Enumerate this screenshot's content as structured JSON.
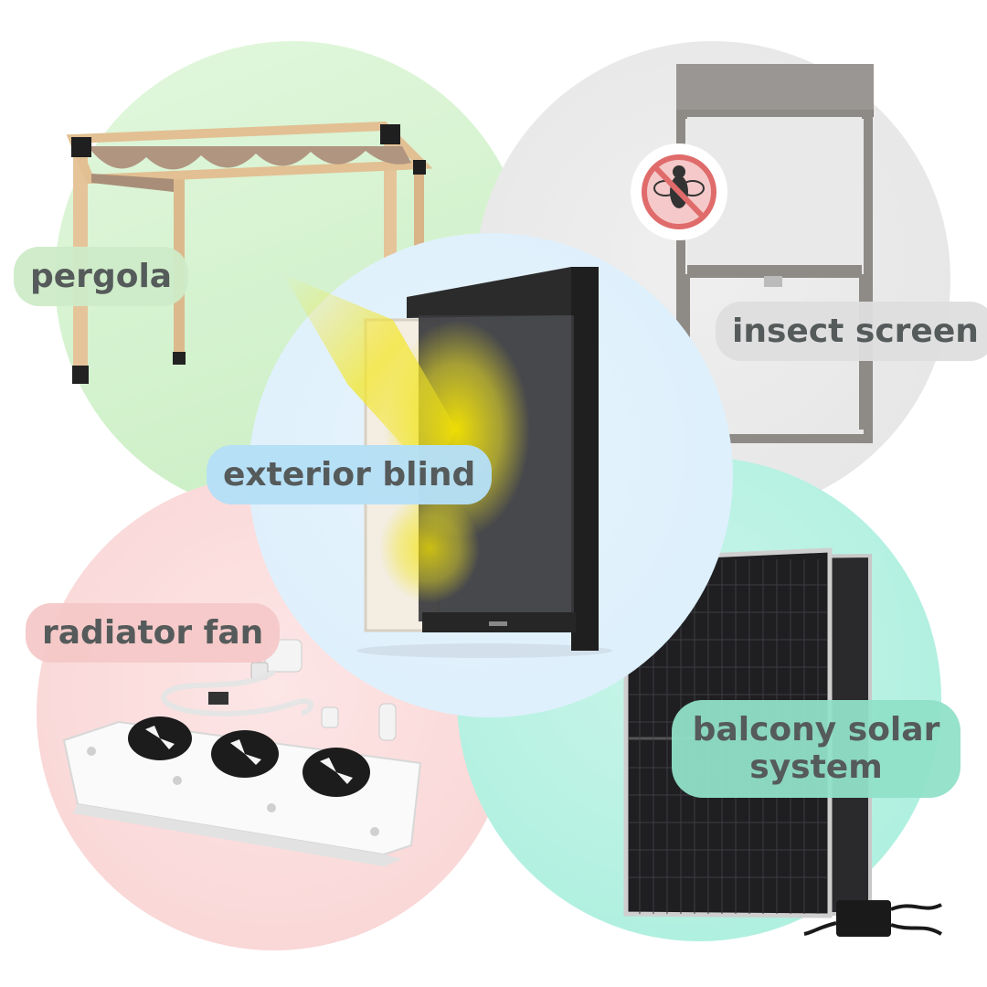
{
  "labels": {
    "pergola": "pergola",
    "insect_screen": "insect screen",
    "exterior_blind": "exterior blind",
    "radiator_fan": "radiator fan",
    "balcony_solar": "balcony solar system"
  },
  "icons": {
    "no_insects": "no-insects-icon"
  },
  "colors": {
    "pergola_bg": "#d4f1ce",
    "insect_bg": "#e8e8e8",
    "blind_bg": "#dff0fc",
    "radiator_bg": "#fbdcdc",
    "solar_bg": "#b5f1e1",
    "label_text": "#555a5a",
    "sun_glow": "#f2e521",
    "prohibition_red": "#e06b6b"
  }
}
